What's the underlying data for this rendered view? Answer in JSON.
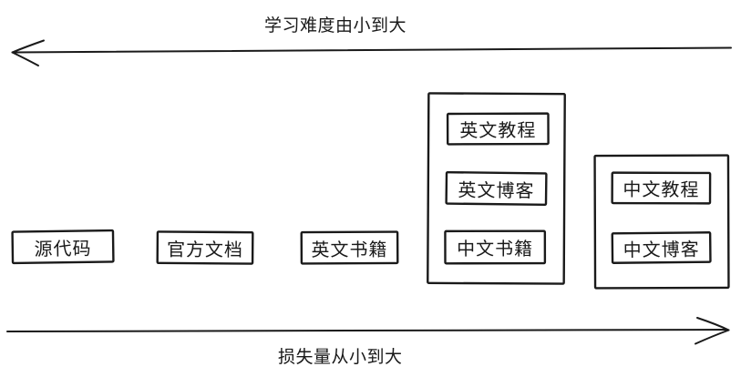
{
  "colors": {
    "background": "#ffffff",
    "ink": "#1a1a1a"
  },
  "top_axis": {
    "label": "学习难度由小到大",
    "direction": "left"
  },
  "bottom_axis": {
    "label": "损失量从小到大",
    "direction": "right"
  },
  "resources": [
    {
      "id": "source-code",
      "label": "源代码"
    },
    {
      "id": "official-docs",
      "label": "官方文档"
    },
    {
      "id": "english-books",
      "label": "英文书籍"
    }
  ],
  "groups": [
    {
      "id": "group-english-and-chinese-books",
      "items": [
        {
          "id": "english-tutorials",
          "label": "英文教程"
        },
        {
          "id": "english-blogs",
          "label": "英文博客"
        },
        {
          "id": "chinese-books",
          "label": "中文书籍"
        }
      ]
    },
    {
      "id": "group-chinese-tutorials-blogs",
      "items": [
        {
          "id": "chinese-tutorials",
          "label": "中文教程"
        },
        {
          "id": "chinese-blogs",
          "label": "中文博客"
        }
      ]
    }
  ]
}
